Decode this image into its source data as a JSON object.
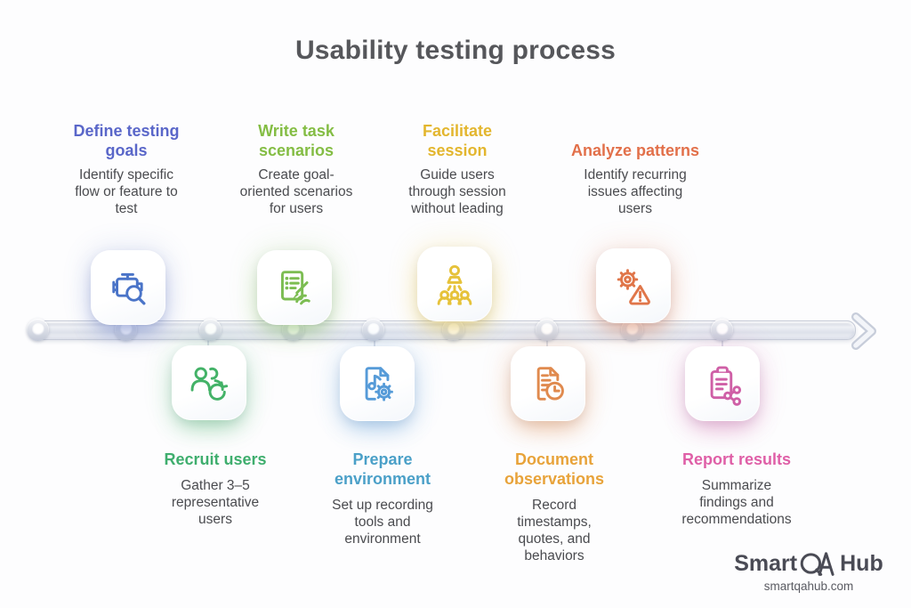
{
  "title": "Usability testing process",
  "steps_top": [
    {
      "title": "Define testing goals",
      "description": "Identify specific flow or feature to test",
      "color": "#5a67c9",
      "icon_color": "#4a74c8",
      "icon": "engine-inspect-icon"
    },
    {
      "title": "Write task scenarios",
      "description": "Create goal-oriented scenarios for users",
      "color": "#84bd44",
      "icon_color": "#7cbd52",
      "icon": "task-writing-icon"
    },
    {
      "title": "Facilitate session",
      "description": "Guide users through session without leading",
      "color": "#e3b62e",
      "icon_color": "#e6c23a",
      "icon": "facilitation-icon"
    },
    {
      "title": "Analyze patterns",
      "description": "Identify recurring issues affecting users",
      "color": "#e2704a",
      "icon_color": "#e0764a",
      "icon": "gear-warning-icon"
    }
  ],
  "steps_bottom": [
    {
      "title": "Recruit users",
      "description": "Gather 3–5 representative users",
      "color": "#3fae6e",
      "icon_color": "#43b267",
      "icon": "users-refresh-icon"
    },
    {
      "title": "Prepare environment",
      "description": "Set up recording tools and environment",
      "color": "#4ba0c8",
      "icon_color": "#569bd8",
      "icon": "media-file-gear-icon"
    },
    {
      "title": "Document observations",
      "description": "Record timestamps, quotes, and behaviors",
      "color": "#e8a33a",
      "icon_color": "#e08a4e",
      "icon": "document-clock-icon"
    },
    {
      "title": "Report results",
      "description": "Summarize findings and recommendations",
      "color": "#df5fa7",
      "icon_color": "#cf5fa6",
      "icon": "clipboard-share-icon"
    }
  ],
  "footer": {
    "brand_prefix": "Smart",
    "brand_monogram": "QA",
    "brand_suffix": "Hub",
    "website": "smartqahub.com"
  }
}
